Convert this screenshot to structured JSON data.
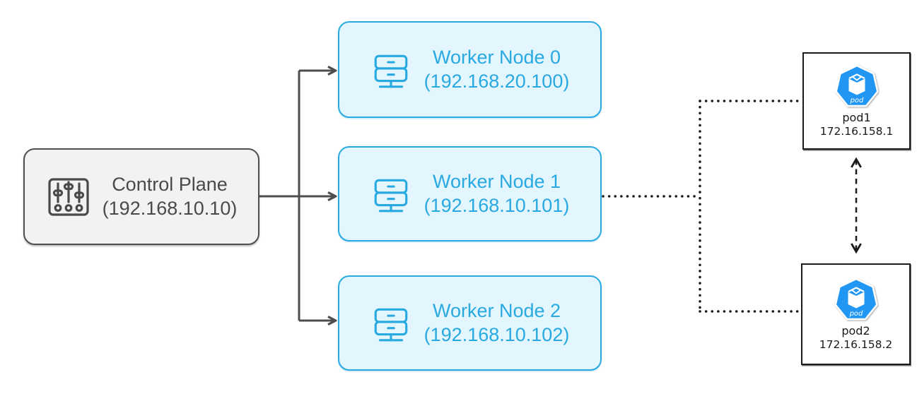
{
  "colors": {
    "worker_fill": "#e3f6fd",
    "worker_border": "#29a9e1",
    "control_fill": "#f2f2f2",
    "control_border": "#4f4f4f",
    "control_text": "#4a4a4a",
    "pod_blue": "#2196f3",
    "pod_border": "#1a1a1a",
    "connector": "#4d4d4d",
    "link": "#1a1a1a"
  },
  "control_plane": {
    "name": "Control Plane",
    "ip": "(192.168.10.10)"
  },
  "workers": [
    {
      "name": "Worker Node 0",
      "ip": "(192.168.20.100)"
    },
    {
      "name": "Worker Node 1",
      "ip": "(192.168.10.101)"
    },
    {
      "name": "Worker Node 2",
      "ip": "(192.168.10.102)"
    }
  ],
  "pods": [
    {
      "name": "pod1",
      "ip": "172.16.158.1",
      "icon_label": "pod"
    },
    {
      "name": "pod2",
      "ip": "172.16.158.2",
      "icon_label": "pod"
    }
  ]
}
